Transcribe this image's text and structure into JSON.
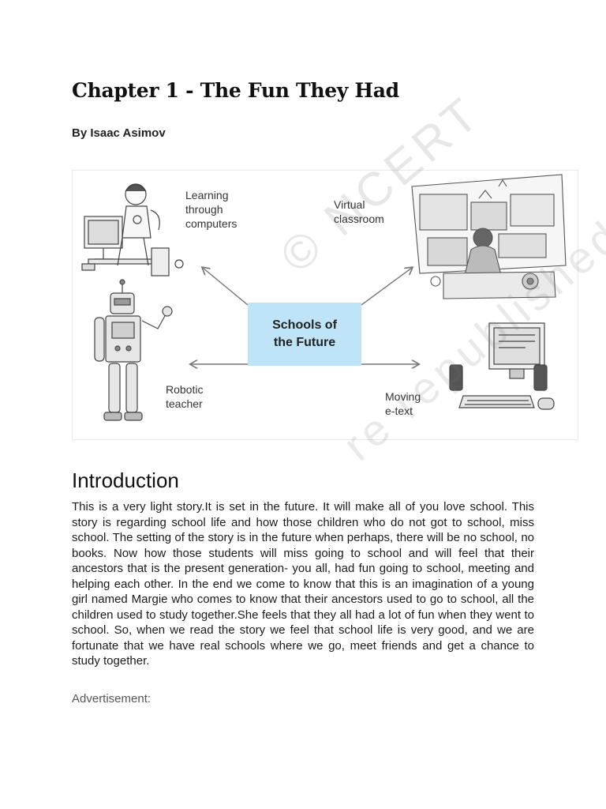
{
  "chapter_title": "Chapter 1 - The Fun They Had",
  "author": "By Isaac Asimov",
  "figure": {
    "center": "Schools of\nthe Future",
    "labels": {
      "learning": "Learning\nthrough\ncomputers",
      "virtual": "Virtual\nclassroom",
      "robotic": "Robotic\nteacher",
      "moving": "Moving\ne-text"
    },
    "watermark": "© NCERT",
    "watermark2": "re republished",
    "colors": {
      "center_box": "#bfe4f7",
      "lines": "#777777"
    },
    "icons": [
      "boy-at-computer-icon",
      "child-virtual-classroom-icon",
      "robot-teacher-icon",
      "desktop-computer-icon"
    ]
  },
  "section_heading": "Introduction",
  "paragraph": "This is a very light story.It is set in the future. It will make all of you love school. This story is regarding school life and how those children who do not got to school, miss school. The setting of the story is in the future when perhaps, there will be no school, no books. Now how those students will miss going to school and will feel that their ancestors that is the present generation- you all, had fun going to school, meeting and helping each other. In the end we come to know that this is an imagination of a young girl named Margie who comes to know that their ancestors used to go to school, all the children used to study together.She feels that they all had a lot of fun when they went to school. So, when we read the story we feel that school life is very good, and we are fortunate that we have real schools where we go, meet friends and get a chance to study together.",
  "advertisement_label": "Advertisement:"
}
